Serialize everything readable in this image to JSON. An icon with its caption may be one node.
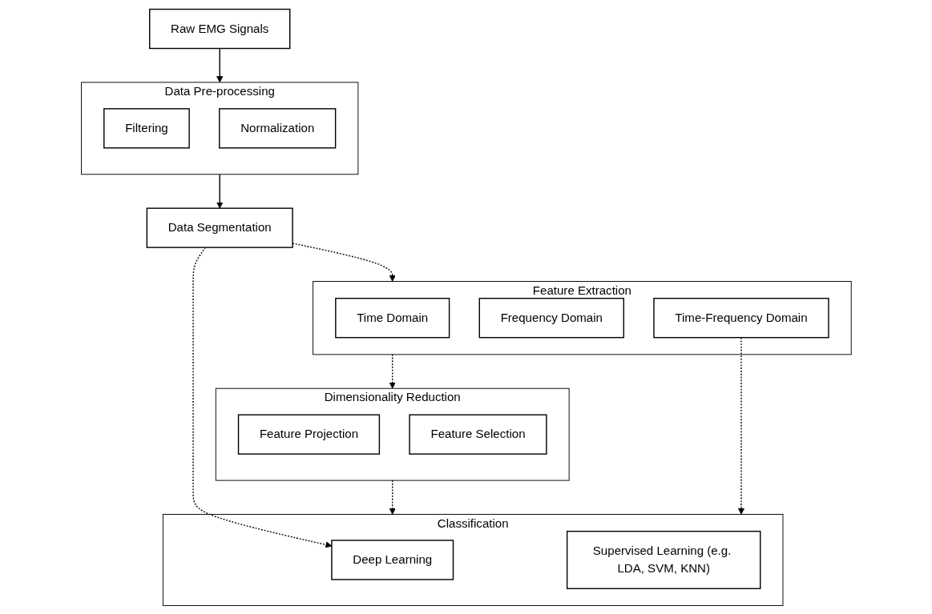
{
  "diagram": {
    "nodes": [
      {
        "text": [
          "Raw EMG Signals"
        ]
      },
      {
        "text": [
          "Data Pre-processing"
        ]
      },
      {
        "text": [
          "Filtering"
        ],
        "in": 1
      },
      {
        "text": [
          "Normalization"
        ],
        "in": 1
      },
      {
        "text": [
          "Data Segmentation"
        ]
      },
      {
        "text": [
          "Feature Extraction"
        ]
      },
      {
        "text": [
          "Time Domain"
        ],
        "in": 5
      },
      {
        "text": [
          "Frequency Domain"
        ],
        "in": 5
      },
      {
        "text": [
          "Time-Frequency Domain"
        ],
        "in": 5
      },
      {
        "text": [
          "Dimensionality Reduction"
        ]
      },
      {
        "text": [
          "Feature Projection"
        ],
        "in": 9
      },
      {
        "text": [
          "Feature Selection"
        ],
        "in": 9
      },
      {
        "text": [
          "Classification"
        ]
      },
      {
        "text": [
          "Deep Learning"
        ],
        "in": 12
      },
      {
        "text": [
          "Supervised Learning (e.g. LDA, SVM, KNN)"
        ],
        "in": 12
      }
    ],
    "edges": [
      {
        "from": 0,
        "to": 1,
        "arrow": "to"
      },
      {
        "from": 1,
        "to": 4,
        "arrow": "to"
      },
      {
        "from": 4,
        "to": 5,
        "arrow": "to",
        "style": "dashed"
      },
      {
        "from": 4,
        "to": 13,
        "arrow": "to",
        "style": "dashed"
      },
      {
        "from": 5,
        "to": 9,
        "arrow": "to",
        "style": "dashed"
      },
      {
        "from": 9,
        "to": 12,
        "arrow": "to",
        "style": "dashed"
      },
      {
        "from": 8,
        "to": 12,
        "arrow": "to",
        "style": "dashed"
      }
    ]
  }
}
